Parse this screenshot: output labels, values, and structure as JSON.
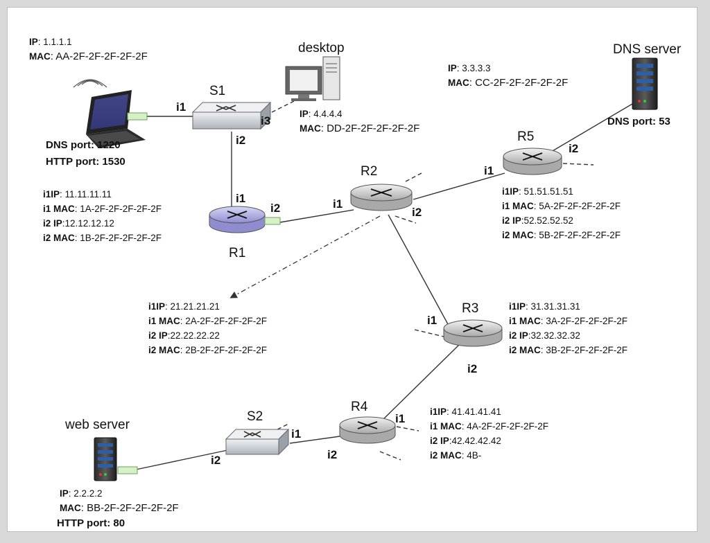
{
  "nodes": {
    "s1": "S1",
    "s2": "S2",
    "r1": "R1",
    "r2": "R2",
    "r3": "R3",
    "r4": "R4",
    "r5": "R5",
    "desktop": "desktop",
    "dns_server": "DNS server",
    "web_server": "web server"
  },
  "ifaces": {
    "i1": "i1",
    "i2": "i2",
    "i3": "i3"
  },
  "labels": {
    "ip": "IP",
    "mac": "MAC",
    "i1ip": "i1IP",
    "i1mac": "i1 MAC",
    "i2ip": "i2 IP",
    "i2mac": "i2 MAC",
    "dns_port": "DNS port:",
    "http_port": "HTTP port:"
  },
  "laptop": {
    "ip": ": 1.1.1.1",
    "mac": ": AA-2F-2F-2F-2F-2F",
    "dns_port": "1220",
    "http_port": "1530"
  },
  "desktop": {
    "ip": ": 4.4.4.4",
    "mac": ": DD-2F-2F-2F-2F-2F"
  },
  "dns_server": {
    "ip": ": 3.3.3.3",
    "mac": ": CC-2F-2F-2F-2F-2F",
    "dns_port": "53"
  },
  "web_server": {
    "ip": ": 2.2.2.2",
    "mac": ": BB-2F-2F-2F-2F-2F",
    "http_port": "80"
  },
  "r1": {
    "i1ip": ": 11.11.11.11",
    "i1mac": ": 1A-2F-2F-2F-2F-2F",
    "i2ip": ":12.12.12.12",
    "i2mac": ": 1B-2F-2F-2F-2F-2F"
  },
  "r2": {
    "i1ip": ": 21.21.21.21",
    "i1mac": ": 2A-2F-2F-2F-2F-2F",
    "i2ip": ":22.22.22.22",
    "i2mac": ": 2B-2F-2F-2F-2F-2F"
  },
  "r3": {
    "i1ip": ": 31.31.31.31",
    "i1mac": ": 3A-2F-2F-2F-2F-2F",
    "i2ip": ":32.32.32.32",
    "i2mac": ": 3B-2F-2F-2F-2F-2F"
  },
  "r4": {
    "i1ip": ": 41.41.41.41",
    "i1mac": ": 4A-2F-2F-2F-2F-2F",
    "i2ip": ":42.42.42.42",
    "i2mac": ": 4B-"
  },
  "r5": {
    "i1ip": ": 51.51.51.51",
    "i1mac": ": 5A-2F-2F-2F-2F-2F",
    "i2ip": ":52.52.52.52",
    "i2mac": ": 5B-2F-2F-2F-2F-2F"
  },
  "colors": {
    "router": "#d6d6d6",
    "router_r1": "#b3b1e6",
    "switch": "#cfd3d8",
    "connector": "#d6f0c8",
    "screen": "#1a1f6e"
  }
}
